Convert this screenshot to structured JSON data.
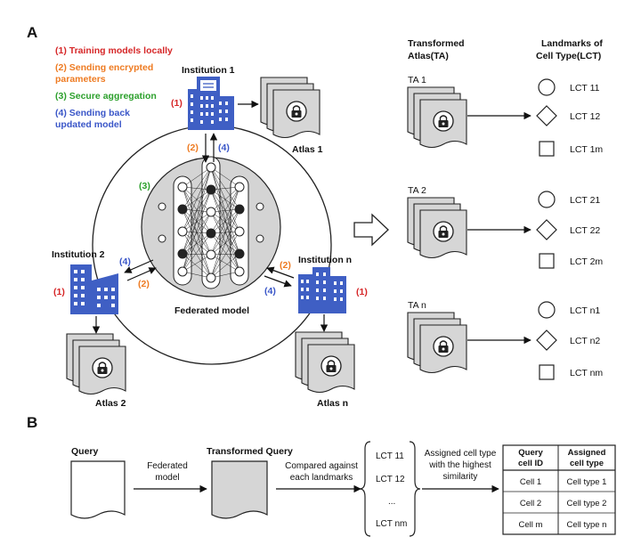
{
  "panel_a": {
    "label": "A",
    "legend": {
      "step1": "(1) Training models locally",
      "step2_line1": "(2) Sending encrypted",
      "step2_line2": "parameters",
      "step3": "(3) Secure aggregation",
      "step4_line1": "(4) Sending back",
      "step4_line2": "updated model"
    },
    "colors": {
      "step1": "#d62728",
      "step2": "#ee7b22",
      "step3": "#2ca02c",
      "step4": "#3a56c8",
      "building": "#3f5fc4",
      "doc_gray": "#d6d6d6",
      "hub_gray": "#d4d4d4"
    },
    "institutions": {
      "inst1": "Institution 1",
      "inst2": "Institution 2",
      "instn": "Institution n"
    },
    "atlases": {
      "atlas1": "Atlas 1",
      "atlas2": "Atlas 2",
      "atlasn": "Atlas n"
    },
    "steps": {
      "s1": "(1)",
      "s2": "(2)",
      "s3": "(3)",
      "s4": "(4)"
    },
    "federated_model": "Federated model",
    "ta_header_line1": "Transformed",
    "ta_header_line2": "Atlas(TA)",
    "lct_header_line1": "Landmarks of",
    "lct_header_line2": "Cell Type(LCT)",
    "ta_groups": [
      {
        "label": "TA 1",
        "lcts": [
          "LCT 11",
          "LCT 12",
          "LCT 1m"
        ]
      },
      {
        "label": "TA 2",
        "lcts": [
          "LCT 21",
          "LCT 22",
          "LCT 2m"
        ]
      },
      {
        "label": "TA n",
        "lcts": [
          "LCT n1",
          "LCT n2",
          "LCT nm"
        ]
      }
    ],
    "icons": [
      "building-icon",
      "document-stack-icon",
      "lock-icon",
      "neural-network-icon",
      "circle-icon",
      "diamond-icon",
      "square-icon"
    ]
  },
  "panel_b": {
    "label": "B",
    "query": "Query",
    "federated_line1": "Federated",
    "federated_line2": "model",
    "transformed_query": "Transformed Query",
    "compared_line1": "Compared against",
    "compared_line2": "each landmarks",
    "lct_list": [
      "LCT 11",
      "LCT 12",
      "...",
      "LCT nm"
    ],
    "assigned_line1": "Assigned cell type",
    "assigned_line2": "with the highest",
    "assigned_line3": "similarity",
    "table": {
      "header_col1_line1": "Query",
      "header_col1_line2": "cell ID",
      "header_col2_line1": "Assigned",
      "header_col2_line2": "cell type",
      "rows": [
        [
          "Cell 1",
          "Cell type 1"
        ],
        [
          "Cell 2",
          "Cell type 2"
        ],
        [
          "Cell m",
          "Cell type n"
        ]
      ]
    }
  }
}
